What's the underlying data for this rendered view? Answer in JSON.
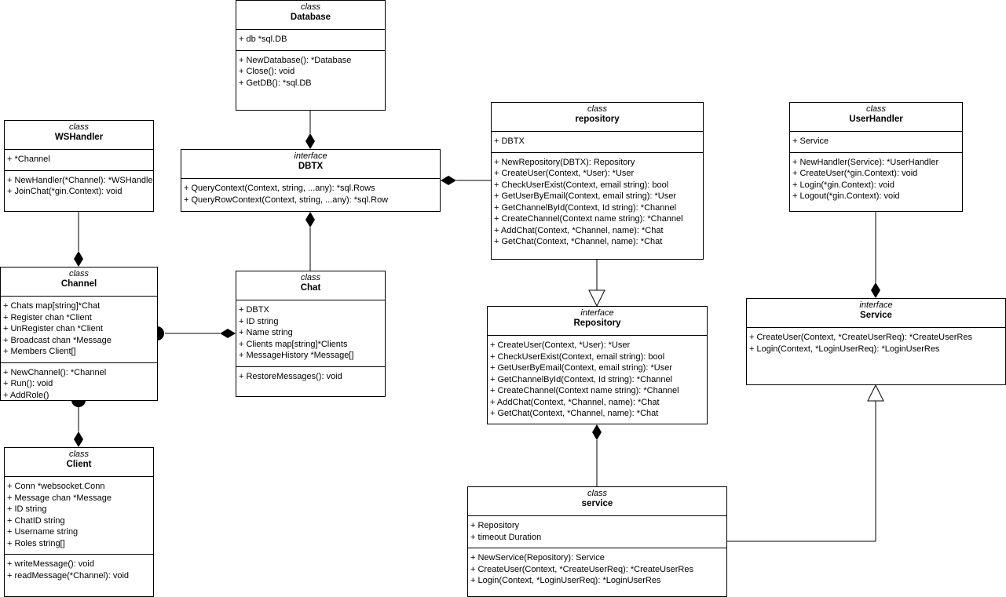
{
  "classes": [
    {
      "id": "database",
      "stereotype": "class",
      "name": "Database",
      "attributes": [
        "+ db *sql.DB"
      ],
      "methods": [
        "+ NewDatabase(): *Database",
        "+ Close(): void",
        "+ GetDB(): *sql.DB"
      ]
    },
    {
      "id": "wshandler",
      "stereotype": "class",
      "name": "WSHandler",
      "attributes": [
        "+ *Channel"
      ],
      "methods": [
        "+ NewHandler(*Channel): *WSHandler",
        "+ JoinChat(*gin.Context): void"
      ]
    },
    {
      "id": "dbtx",
      "stereotype": "interface",
      "name": "DBTX",
      "attributes": [],
      "methods": [
        "+ QueryContext(Context, string, ...any): *sql.Rows",
        "+ QueryRowContext(Context, string, ...any): *sql.Row"
      ]
    },
    {
      "id": "repository",
      "stereotype": "class",
      "name": "repository",
      "attributes": [
        "+ DBTX"
      ],
      "methods": [
        "+ NewRepository(DBTX): Repository",
        "+ CreateUser(Context, *User): *User",
        "+ CheckUserExist(Context, email string): bool",
        "+ GetUserByEmail(Context, email string): *User",
        "+ GetChannelById(Context, Id string): *Channel",
        "+ CreateChannel(Context name string): *Channel",
        "+ AddChat(Context, *Channel, name): *Chat",
        "+ GetChat(Context, *Channel, name): *Chat"
      ]
    },
    {
      "id": "userhandler",
      "stereotype": "class",
      "name": "UserHandler",
      "attributes": [
        "+ Service"
      ],
      "methods": [
        "+ NewHandler(Service): *UserHandler",
        "+ CreateUser(*gin.Context): void",
        "+ Login(*gin.Context): void",
        "+ Logout(*gin.Context): void"
      ]
    },
    {
      "id": "channel",
      "stereotype": "class",
      "name": "Channel",
      "attributes": [
        "+ Chats map[string]*Chat",
        "+ Register chan *Client",
        "+ UnRegister chan *Client",
        "+ Broadcast chan *Message",
        "+ Members Client[]"
      ],
      "methods": [
        "+ NewChannel(): *Channel",
        "+ Run(): void",
        "+ AddRole()"
      ]
    },
    {
      "id": "chat",
      "stereotype": "class",
      "name": "Chat",
      "attributes": [
        "+ DBTX",
        "+ ID string",
        "+ Name string",
        "+ Clients map[string]*Clients",
        "+ MessageHistory *Message[]"
      ],
      "methods": [
        "+ RestoreMessages(): void"
      ]
    },
    {
      "id": "repoiface",
      "stereotype": "interface",
      "name": "Repository",
      "attributes": [],
      "methods": [
        "+ CreateUser(Context, *User): *User",
        "+ CheckUserExist(Context, email string): bool",
        "+ GetUserByEmail(Context, email string): *User",
        "+ GetChannelById(Context, Id string): *Channel",
        "+ CreateChannel(Context name string): *Channel",
        "+ AddChat(Context, *Channel, name): *Chat",
        "+ GetChat(Context, *Channel, name): *Chat"
      ]
    },
    {
      "id": "serviceiface",
      "stereotype": "interface",
      "name": "Service",
      "attributes": [],
      "methods": [
        "+ CreateUser(Context, *CreateUserReq): *CreateUserRes",
        "+ Login(Context, *LoginUserReq): *LoginUserRes"
      ]
    },
    {
      "id": "client",
      "stereotype": "class",
      "name": "Client",
      "attributes": [
        "+ Conn *websocket.Conn",
        "+ Message chan *Message",
        "+ ID string",
        "+ ChatID string",
        "+ Username string",
        "+ Roles string[]"
      ],
      "methods": [
        "+ writeMessage(): void",
        "+ readMessage(*Channel): void"
      ]
    },
    {
      "id": "service",
      "stereotype": "class",
      "name": "service",
      "attributes": [
        "+ Repository",
        "+ timeout Duration"
      ],
      "methods": [
        "+ NewService(Repository): Service",
        "+ CreateUser(Context, *CreateUserReq): *CreateUserRes",
        "+ Login(Context, *LoginUserReq): *LoginUserRes"
      ]
    }
  ],
  "colors": {
    "line": "#000000",
    "background": "#ffffff"
  }
}
